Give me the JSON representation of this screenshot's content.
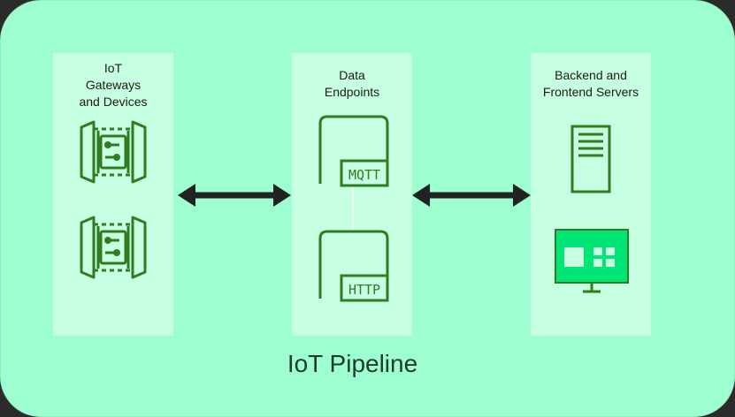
{
  "diagram": {
    "title": "IoT Pipeline",
    "columns": [
      {
        "id": "gateways",
        "title": "IoT\nGateways\nand Devices"
      },
      {
        "id": "endpoints",
        "title": "Data\nEndpoints"
      },
      {
        "id": "servers",
        "title": "Backend and\nFrontend Servers"
      }
    ],
    "endpoints": [
      {
        "label": "MQTT"
      },
      {
        "label": "HTTP"
      }
    ],
    "colors": {
      "background": "#9dffd0",
      "column": "#c7ffe2",
      "icon_green": "#2e7d1e",
      "bright_green": "#00e676",
      "arrow": "#222222",
      "outer": "#2b2b2b"
    },
    "icons": [
      "iot-gateway-icon",
      "iot-gateway-icon",
      "mqtt-endpoint-icon",
      "http-endpoint-icon",
      "server-icon",
      "monitor-icon",
      "bidirectional-arrow-icon",
      "bidirectional-arrow-icon"
    ]
  }
}
